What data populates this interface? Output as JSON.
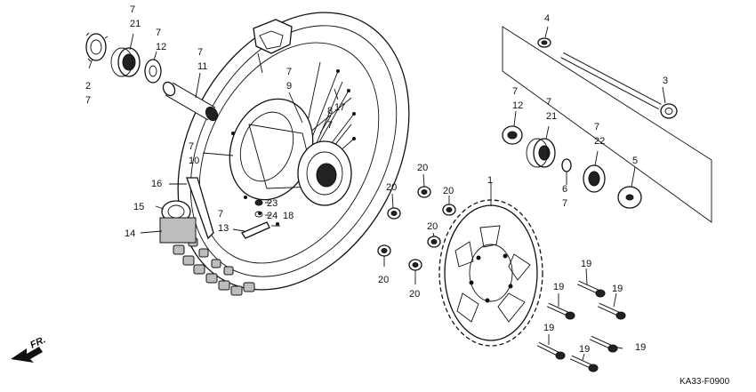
{
  "diagram_code": "KA33-F0900",
  "direction_label": "FR.",
  "callouts": [
    {
      "id": "c-7-21a",
      "text": "7\n21"
    },
    {
      "id": "c-7-12a",
      "text": "7\n12"
    },
    {
      "id": "c-2-7",
      "text": "2\n7"
    },
    {
      "id": "c-7-11",
      "text": "7\n11"
    },
    {
      "id": "c-7-9",
      "text": "7\n9"
    },
    {
      "id": "c-17",
      "text": "17"
    },
    {
      "id": "c-8-7",
      "text": "8\n7"
    },
    {
      "id": "c-7-10",
      "text": "7\n10"
    },
    {
      "id": "c-16",
      "text": "16"
    },
    {
      "id": "c-15",
      "text": "15"
    },
    {
      "id": "c-14",
      "text": "14"
    },
    {
      "id": "c-23",
      "text": "23"
    },
    {
      "id": "c-24",
      "text": "24"
    },
    {
      "id": "c-18",
      "text": "18"
    },
    {
      "id": "c-7-13",
      "text": "7\n13"
    },
    {
      "id": "c-4",
      "text": "4"
    },
    {
      "id": "c-3",
      "text": "3"
    },
    {
      "id": "c-7-12b",
      "text": "7\n12"
    },
    {
      "id": "c-7-21b",
      "text": "7\n21"
    },
    {
      "id": "c-7-22",
      "text": "7\n22"
    },
    {
      "id": "c-5",
      "text": "5"
    },
    {
      "id": "c-6-7",
      "text": "6\n7"
    },
    {
      "id": "c-1",
      "text": "1"
    },
    {
      "id": "c-20a",
      "text": "20"
    },
    {
      "id": "c-20b",
      "text": "20"
    },
    {
      "id": "c-20c",
      "text": "20"
    },
    {
      "id": "c-20d",
      "text": "20"
    },
    {
      "id": "c-20e",
      "text": "20"
    },
    {
      "id": "c-20f",
      "text": "20"
    },
    {
      "id": "c-19a",
      "text": "19"
    },
    {
      "id": "c-19b",
      "text": "19"
    },
    {
      "id": "c-19c",
      "text": "19"
    },
    {
      "id": "c-19d",
      "text": "19"
    },
    {
      "id": "c-19e",
      "text": "19"
    },
    {
      "id": "c-19f",
      "text": "19"
    }
  ]
}
